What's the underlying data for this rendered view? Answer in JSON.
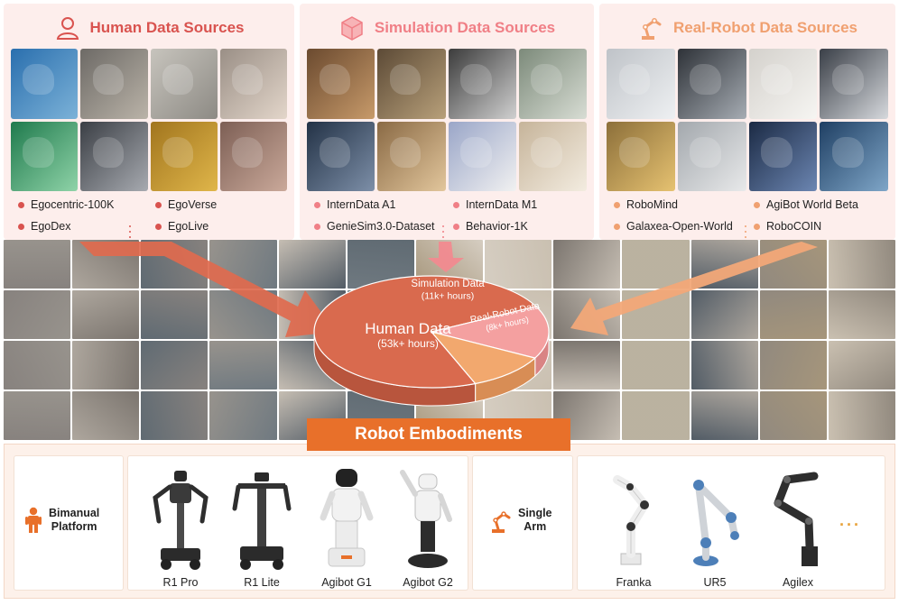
{
  "colors": {
    "human": "#d9534f",
    "simulation": "#f07f86",
    "real_robot": "#f0a070",
    "accent_orange": "#e8702a",
    "pie_human": "#d96a4e",
    "pie_sim": "#f4a0a0",
    "pie_real": "#f2a86e"
  },
  "sources": {
    "human": {
      "title": "Human Data Sources",
      "icon": "person-icon",
      "datasets": [
        "Egocentric-100K",
        "EgoVerse",
        "EgoDex",
        "EgoLive"
      ]
    },
    "simulation": {
      "title": "Simulation Data Sources",
      "icon": "cube-icon",
      "datasets": [
        "InternData A1",
        "InternData M1",
        "GenieSim3.0-Dataset",
        "Behavior-1K"
      ]
    },
    "real_robot": {
      "title": "Real-Robot Data Sources",
      "icon": "robot-arm-icon",
      "datasets": [
        "RoboMind",
        "AgiBot World Beta",
        "Galaxea-Open-World",
        "RoboCOIN"
      ]
    }
  },
  "chart_data": {
    "type": "pie",
    "slices": [
      {
        "name": "Human Data",
        "value_label": "(53k+ hours)",
        "value": 53
      },
      {
        "name": "Simulation Data",
        "value_label": "(11k+ hours)",
        "value": 11
      },
      {
        "name": "Real-Robot Data",
        "value_label": "(8k+ hours)",
        "value": 8
      }
    ]
  },
  "embodiments": {
    "title": "Robot Embodiments",
    "bimanual": {
      "label_line1": "Bimanual",
      "label_line2": "Platform",
      "icon": "person-icon",
      "robots": [
        "R1 Pro",
        "R1 Lite",
        "Agibot G1",
        "Agibot G2"
      ]
    },
    "single_arm": {
      "label_line1": "Single",
      "label_line2": "Arm",
      "icon": "robot-arm-icon",
      "robots": [
        "Franka",
        "UR5",
        "Agilex"
      ],
      "more": "···"
    }
  }
}
